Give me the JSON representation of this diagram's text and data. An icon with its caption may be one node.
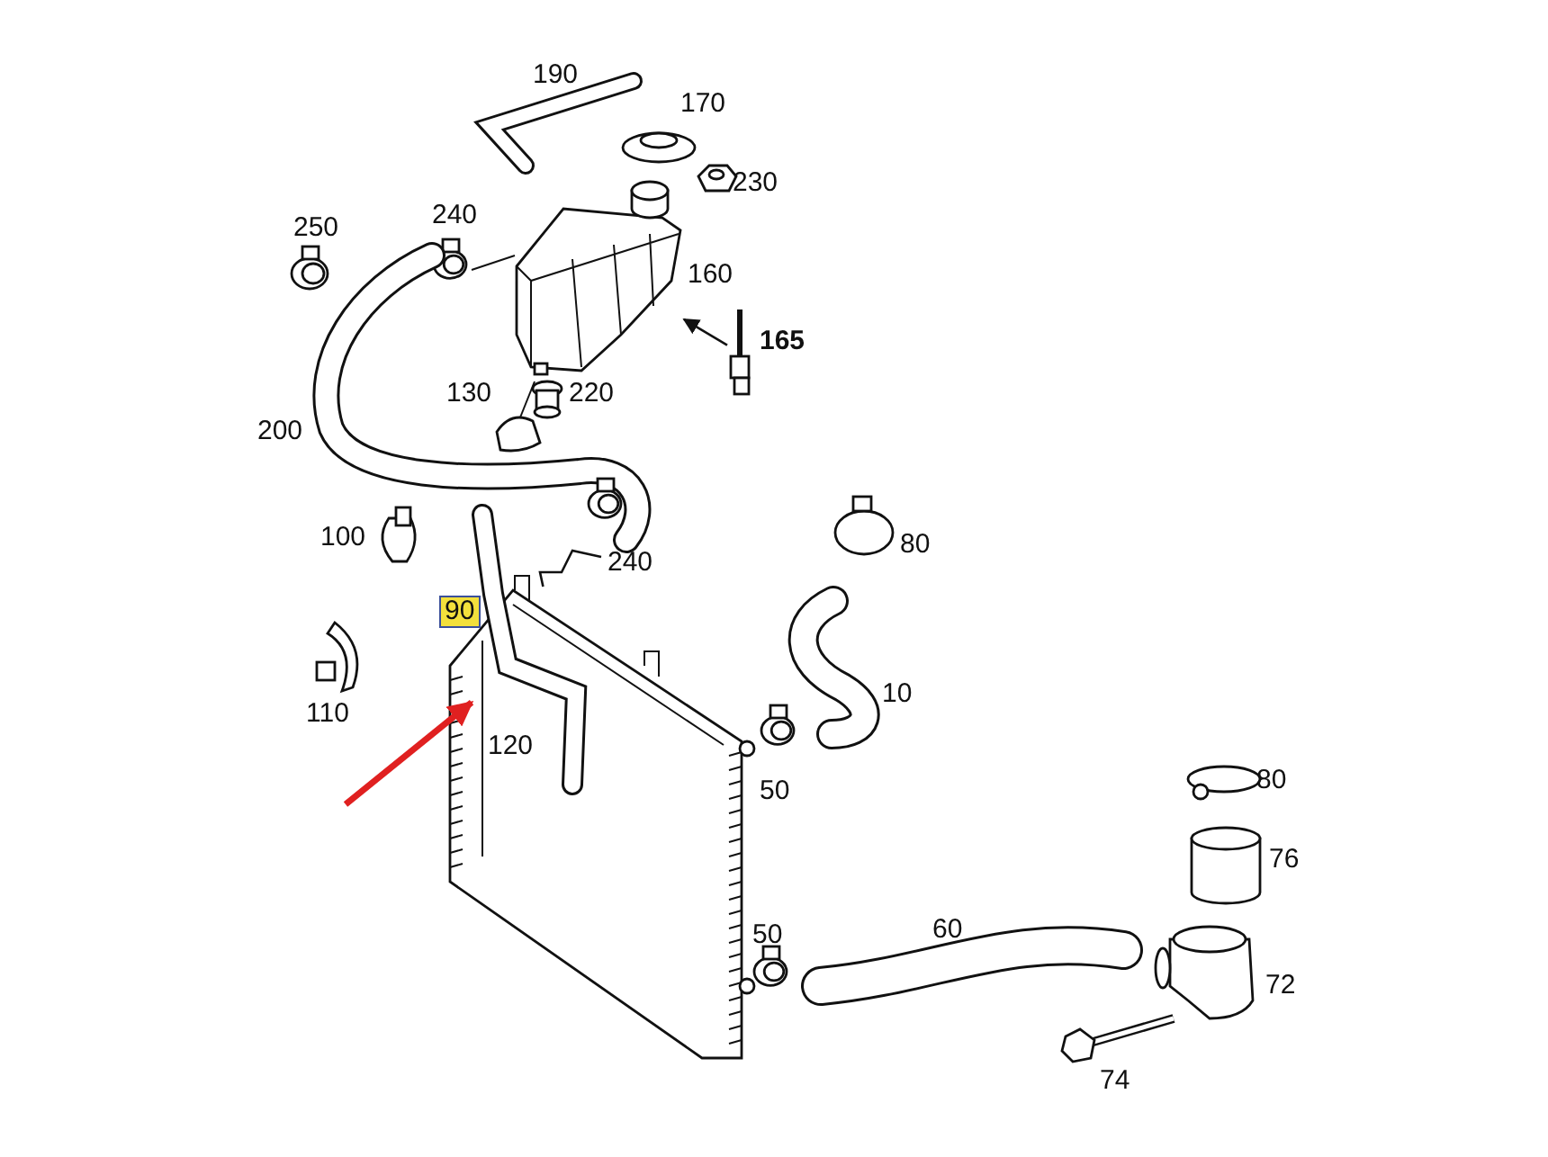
{
  "diagram": {
    "nodes": [
      {
        "text": [],
        "shape": "picture"
      },
      {
        "text": [],
        "shape": "picture"
      },
      {
        "text": [
          "240"
        ]
      },
      {
        "text": [],
        "shape": "picture"
      },
      {
        "text": [],
        "shape": "picture"
      }
    ],
    "edges": [
      {
        "from": null,
        "to": 4,
        "arrow": "to",
        "style": "thick",
        "color": "#e02020"
      },
      {
        "from": 1,
        "to": 0,
        "arrow": "to"
      },
      {
        "from": 2,
        "to": 3,
        "arrow": "none"
      }
    ],
    "labels": [
      "190",
      "170",
      "230",
      "250",
      "240",
      "160",
      "165",
      "130",
      "220",
      "200",
      "100",
      "80",
      "90",
      "110",
      "10",
      "120",
      "50",
      "80",
      "76",
      "50",
      "60",
      "72",
      "74"
    ]
  }
}
